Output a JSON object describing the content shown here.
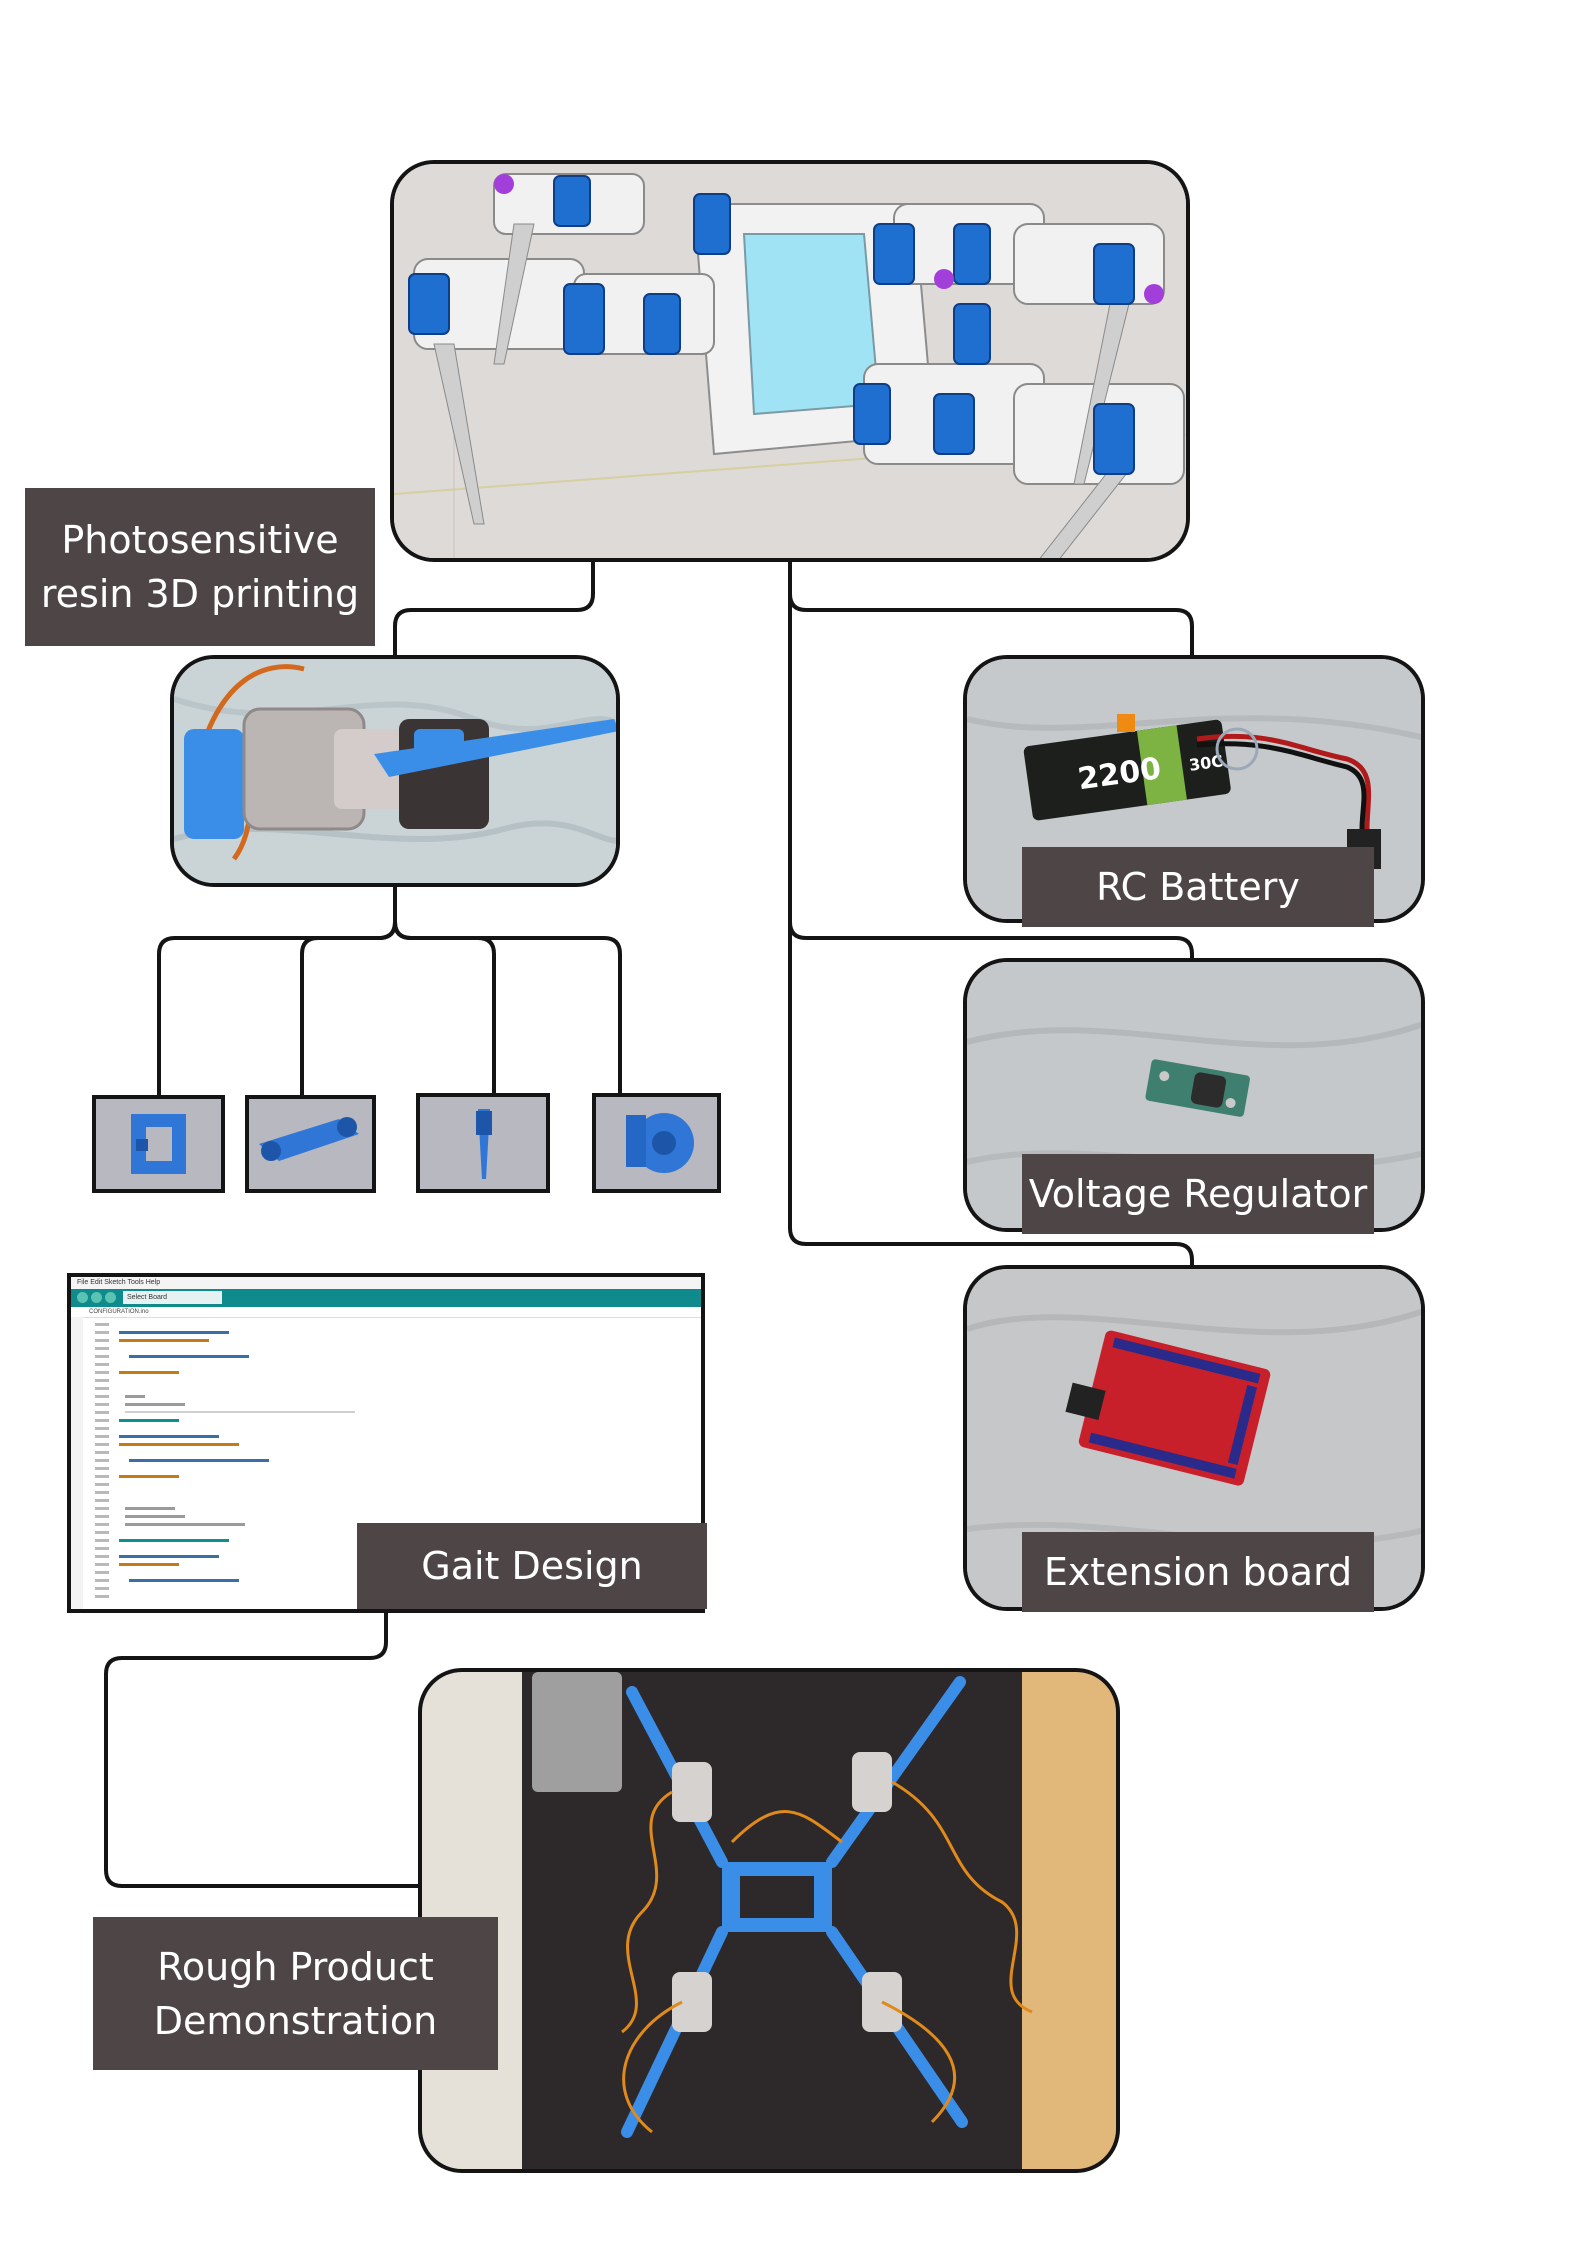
{
  "labels": {
    "photosensitive_line1": "Photosensitive",
    "photosensitive_line2": "resin 3D printing",
    "rc_battery": "RC Battery",
    "voltage_regulator": "Voltage Regulator",
    "extension_board": "Extension board",
    "gait_design": "Gait Design",
    "rough_line1": "Rough Product",
    "rough_line2": "Demonstration"
  },
  "code_window": {
    "menu": "File Edit Sketch Tools Help",
    "board": "Select Board",
    "file_tab": "CONFIGURATION.ino"
  },
  "battery_print": {
    "capacity": "2200",
    "rate": "30C"
  },
  "colors": {
    "label_bg": "#4e4646",
    "frame_border": "#141414",
    "servo_blue": "#1f6fd1",
    "print_blue": "#3b8ee8",
    "ide_teal": "#0f8a8d"
  }
}
